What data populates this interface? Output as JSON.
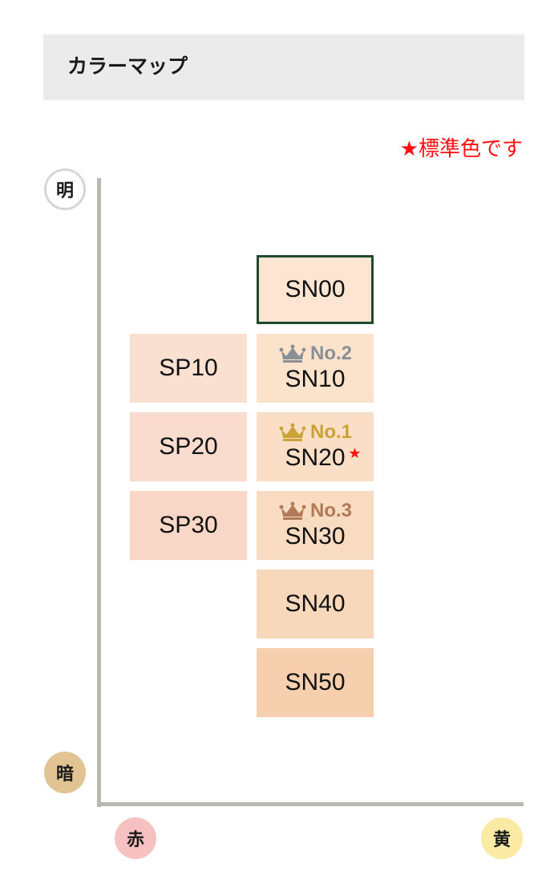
{
  "header": {
    "title": "カラーマップ"
  },
  "note": "★標準色です",
  "axes": {
    "bright": "明",
    "dark": "暗",
    "red": "赤",
    "yellow": "黄"
  },
  "colors": {
    "accent_red": "#ff1010",
    "selected_border": "#1f4a30",
    "crown_gold": "#c8a436",
    "crown_silver": "#8a8f96",
    "crown_bronze": "#b07a58"
  },
  "swatches": {
    "sn00": {
      "code": "SN00",
      "color": "#fde5d2",
      "selected": true
    },
    "sp10": {
      "code": "SP10",
      "color": "#fae0d0"
    },
    "sn10": {
      "code": "SN10",
      "color": "#fbe3cb",
      "rank": "No.2",
      "crown": "crown-silver-icon"
    },
    "sp20": {
      "code": "SP20",
      "color": "#f9dccd"
    },
    "sn20": {
      "code": "SN20",
      "color": "#fadec6",
      "rank": "No.1",
      "crown": "crown-gold-icon",
      "standard": "★"
    },
    "sp30": {
      "code": "SP30",
      "color": "#f8d7c6"
    },
    "sn30": {
      "code": "SN30",
      "color": "#f9dbc1",
      "rank": "No.3",
      "crown": "crown-bronze-icon"
    },
    "sn40": {
      "code": "SN40",
      "color": "#f8d8ba"
    },
    "sn50": {
      "code": "SN50",
      "color": "#f6d0ae"
    }
  }
}
